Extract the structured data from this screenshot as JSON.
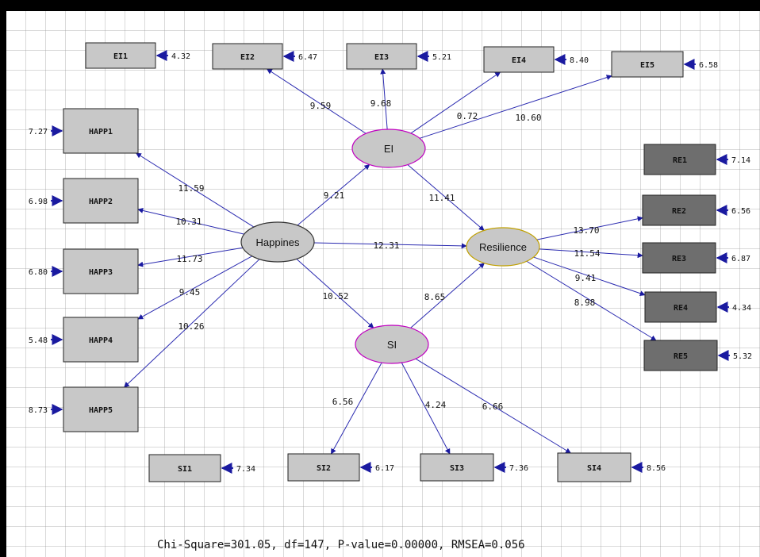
{
  "diagram": {
    "latent": [
      {
        "id": "EI",
        "label": "EI"
      },
      {
        "id": "HAPP",
        "label": "Happines"
      },
      {
        "id": "RES",
        "label": "Resilience"
      },
      {
        "id": "SI",
        "label": "SI"
      }
    ],
    "indicators": [
      {
        "id": "EI1",
        "label": "EI1",
        "error": "4.32"
      },
      {
        "id": "EI2",
        "label": "EI2",
        "error": "6.47"
      },
      {
        "id": "EI3",
        "label": "EI3",
        "error": "5.21"
      },
      {
        "id": "EI4",
        "label": "EI4",
        "error": "8.40"
      },
      {
        "id": "EI5",
        "label": "EI5",
        "error": "6.58"
      },
      {
        "id": "HAPP1",
        "label": "HAPP1",
        "error": "7.27"
      },
      {
        "id": "HAPP2",
        "label": "HAPP2",
        "error": "6.98"
      },
      {
        "id": "HAPP3",
        "label": "HAPP3",
        "error": "6.80"
      },
      {
        "id": "HAPP4",
        "label": "HAPP4",
        "error": "5.48"
      },
      {
        "id": "HAPP5",
        "label": "HAPP5",
        "error": "8.73"
      },
      {
        "id": "RE1",
        "label": "RE1",
        "error": "7.14"
      },
      {
        "id": "RE2",
        "label": "RE2",
        "error": "6.56"
      },
      {
        "id": "RE3",
        "label": "RE3",
        "error": "6.87"
      },
      {
        "id": "RE4",
        "label": "RE4",
        "error": "4.34"
      },
      {
        "id": "RE5",
        "label": "RE5",
        "error": "5.32"
      },
      {
        "id": "SI1",
        "label": "SI1",
        "error": "7.34"
      },
      {
        "id": "SI2",
        "label": "SI2",
        "error": "6.17"
      },
      {
        "id": "SI3",
        "label": "SI3",
        "error": "7.36"
      },
      {
        "id": "SI4",
        "label": "SI4",
        "error": "8.56"
      }
    ],
    "paths": [
      {
        "from": "EI",
        "to": "EI2",
        "value": "9.59"
      },
      {
        "from": "EI",
        "to": "EI3",
        "value": "9.68"
      },
      {
        "from": "EI",
        "to": "EI4",
        "value": "0.72"
      },
      {
        "from": "EI",
        "to": "EI5",
        "value": "10.60"
      },
      {
        "from": "HAPP",
        "to": "HAPP1",
        "value": "11.59"
      },
      {
        "from": "HAPP",
        "to": "HAPP2",
        "value": "10.31"
      },
      {
        "from": "HAPP",
        "to": "HAPP3",
        "value": "11.73"
      },
      {
        "from": "HAPP",
        "to": "HAPP4",
        "value": "9.45"
      },
      {
        "from": "HAPP",
        "to": "HAPP5",
        "value": "10.26"
      },
      {
        "from": "HAPP",
        "to": "EI",
        "value": "9.21"
      },
      {
        "from": "HAPP",
        "to": "RES",
        "value": "12.31"
      },
      {
        "from": "HAPP",
        "to": "SI",
        "value": "10.52"
      },
      {
        "from": "EI",
        "to": "RES",
        "value": "11.41"
      },
      {
        "from": "SI",
        "to": "RES",
        "value": "8.65"
      },
      {
        "from": "RES",
        "to": "RE2",
        "value": "13.70"
      },
      {
        "from": "RES",
        "to": "RE3",
        "value": "11.54"
      },
      {
        "from": "RES",
        "to": "RE4",
        "value": "9.41"
      },
      {
        "from": "RES",
        "to": "RE5",
        "value": "8.98"
      },
      {
        "from": "SI",
        "to": "SI2",
        "value": "6.56"
      },
      {
        "from": "SI",
        "to": "SI3",
        "value": "4.24"
      },
      {
        "from": "SI",
        "to": "SI4",
        "value": "6.66"
      }
    ],
    "fit_statistics": "Chi-Square=301.05, df=147, P-value=0.00000, RMSEA=0.056"
  }
}
